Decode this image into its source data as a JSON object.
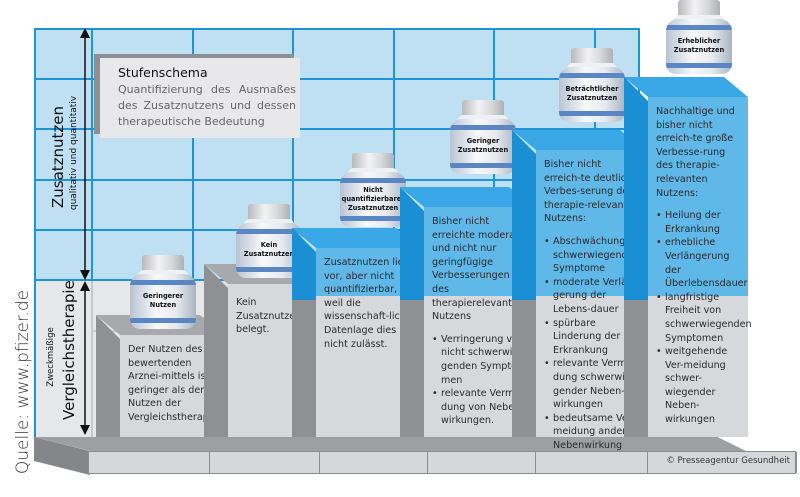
{
  "source": "Quelle: www.pfizer.de",
  "copyright": "© Presseagentur Gesundheit",
  "axis": {
    "up_main": "Zusatznutzen",
    "up_sub": "qualitativ und quantitativ",
    "down_main": "Vergleichstherapie",
    "down_sub": "Zweckmäßige"
  },
  "title_box": {
    "title": "Stufenschema",
    "description": "Quantifizierung des Ausmaßes des Zusatznutzens und dessen therapeutische Bedeutung"
  },
  "colors": {
    "grid_blue": "#1e93d6",
    "grid_fill": "#bfe0f3",
    "step_blue": "#5fb8e8",
    "step_gray": "#d7d8db",
    "bottle_band": "#5b86c4"
  },
  "steps": [
    {
      "bottle_label": [
        "Geringerer",
        "Nutzen"
      ],
      "text": "Der Nutzen des zu bewertenden Arznei-mittels ist geringer als der Nutzen der Vergleichstherapie.",
      "bullets": []
    },
    {
      "bottle_label": [
        "Kein",
        "Zusatznutzen"
      ],
      "text": "Kein Zusatznutzen belegt.",
      "bullets": []
    },
    {
      "bottle_label": [
        "Nicht",
        "quantifizierbarer",
        "Zusatznutzen"
      ],
      "text": "Zusatznutzen liegt vor, aber nicht quantifizierbar, weil die wissenschaft-liche Datenlage dies nicht zulässt.",
      "bullets": []
    },
    {
      "bottle_label": [
        "Geringer",
        "Zusatznutzen"
      ],
      "text": "Bisher nicht erreichte moderate und nicht nur geringfügige Verbesserungen des therapierelevanten Nutzens",
      "bullets": [
        "Verringerung von nicht schwerwie-genden Sympto-men",
        "relevante Vermei-dung von Neben-wirkungen."
      ]
    },
    {
      "bottle_label": [
        "Beträchtlicher",
        "Zusatznutzen"
      ],
      "text": "Bisher nicht erreich-te deutliche Verbes-serung des therapie-relevanten Nutzens:",
      "bullets": [
        "Abschwächung schwerwiegender Symptome",
        "moderate Verlän-gerung der Lebens-dauer",
        "spürbare Linderung der Erkrankung",
        "relevante Vermei-dung schwerwie-gender Neben-wirkungen",
        "bedeutsame Ver-meidung anderer Nebenwirkung"
      ]
    },
    {
      "bottle_label": [
        "Erheblicher",
        "Zusatznutzen"
      ],
      "text": "Nachhaltige und bisher nicht erreich-te große Verbesse-rung des therapie-relevanten Nutzens:",
      "bullets": [
        "Heilung der Erkrankung",
        "erhebliche Verlängerung der Überlebensdauer",
        "langfristige Freiheit von schwerwiegenden Symptomen",
        "weitgehende Ver-meidung schwer-wiegender Neben-wirkungen"
      ]
    }
  ]
}
